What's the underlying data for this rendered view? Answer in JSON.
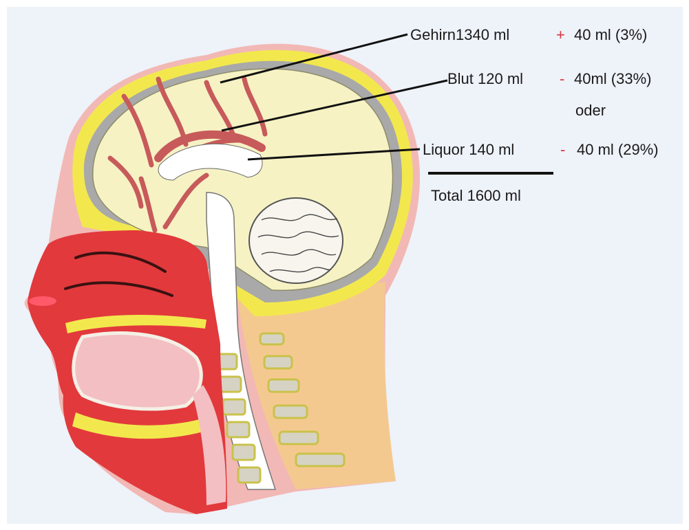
{
  "figure": {
    "rows": [
      {
        "key": "gehirn",
        "label": "Gehirn1340 ml",
        "operator": "+",
        "change": "40 ml (3%)"
      },
      {
        "key": "blut",
        "label": "Blut 120 ml",
        "operator": "-",
        "change": "40ml (33%)"
      },
      {
        "key": "liquor",
        "label": "Liquor 140 ml",
        "operator": "-",
        "change": "40 ml (29%)"
      }
    ],
    "connector": "oder",
    "total": "Total 1600 ml",
    "colors": {
      "background": "#eef2f9",
      "brain": "#f6f2c4",
      "skull_yellow": "#f2e84e",
      "vessel_red": "#c75a5a",
      "soft_tissue_red": "#e2393c",
      "neck_tan": "#f4c98f",
      "operator_red": "#d8353c"
    }
  }
}
